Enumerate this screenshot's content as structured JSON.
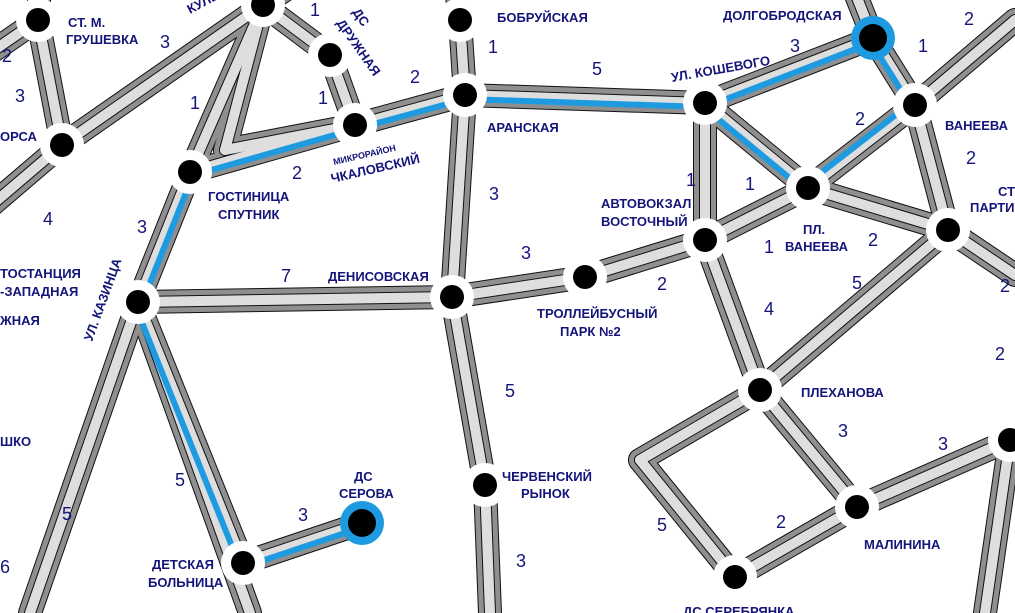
{
  "stations": {
    "grushevka": "СТ. М.",
    "grushevka2": "ГРУШЕВКА",
    "kultury": "КУЛЬТ",
    "druzhnaya": "ДС",
    "druzhnaya2": "ДРУЖНАЯ",
    "bobruiskaya": "БОБРУЙСКАЯ",
    "dolgobrodskaya": "ДОЛГОБРОДСКАЯ",
    "koshevogo": "УЛ. КОШЕВОГО",
    "aranskaya": "АРАНСКАЯ",
    "chkalovsky_small": "МИКРОРАЙОН",
    "chkalovsky": "ЧКАЛОВСКИЙ",
    "vaneeva": "ВАНЕЕВА",
    "pl_vaneeva": "ПЛ.",
    "pl_vaneeva2": "ВАНЕЕВА",
    "avtovokzal": "АВТОВОКЗАЛ",
    "avtovokzal2": "ВОСТОЧНЫЙ",
    "partizanskaya": "СТ",
    "partizanskaya2": "ПАРТИЗ",
    "gostinitsa": "ГОСТИНИЦА",
    "gostinitsa2": "СПУТНИК",
    "orsa": "ОРСА",
    "avtostantsiya": "ТОСТАНЦИЯ",
    "avtostantsiya2": "-ЗАПАДНАЯ",
    "zhnaya": "ЖНАЯ",
    "kazintsa": "УЛ. КАЗИНЦА",
    "denisovskaya": "ДЕНИСОВСКАЯ",
    "trolley_park": "ТРОЛЛЕЙБУСНЫЙ",
    "trolley_park2": "ПАРК №2",
    "shko": "ШКО",
    "plekhanova": "ПЛЕХАНОВА",
    "chervensky": "ЧЕРВЕНСКИЙ",
    "chervensky2": "РЫНОК",
    "serova": "ДС",
    "serova2": "СЕРОВА",
    "detskaya": "ДЕТСКАЯ",
    "detskaya2": "БОЛЬНИЦА",
    "malinina": "МАЛИНИНА",
    "serebryanka": "ДС СЕРЕБРЯНКА"
  },
  "segments": [
    "3",
    "3",
    "1",
    "1",
    "2",
    "1",
    "2",
    "1",
    "2",
    "5",
    "3",
    "1",
    "2",
    "2",
    "1",
    "1",
    "1",
    "2",
    "3",
    "3",
    "7",
    "3",
    "5",
    "3",
    "5",
    "4",
    "5",
    "3",
    "4",
    "3",
    "5",
    "2",
    "3",
    "2",
    "2",
    "5",
    "2",
    "2",
    "6"
  ],
  "colors": {
    "highlight": "#1e9be0",
    "track": "#8f8f8f",
    "track_light": "#dedede",
    "text": "#14147a"
  }
}
